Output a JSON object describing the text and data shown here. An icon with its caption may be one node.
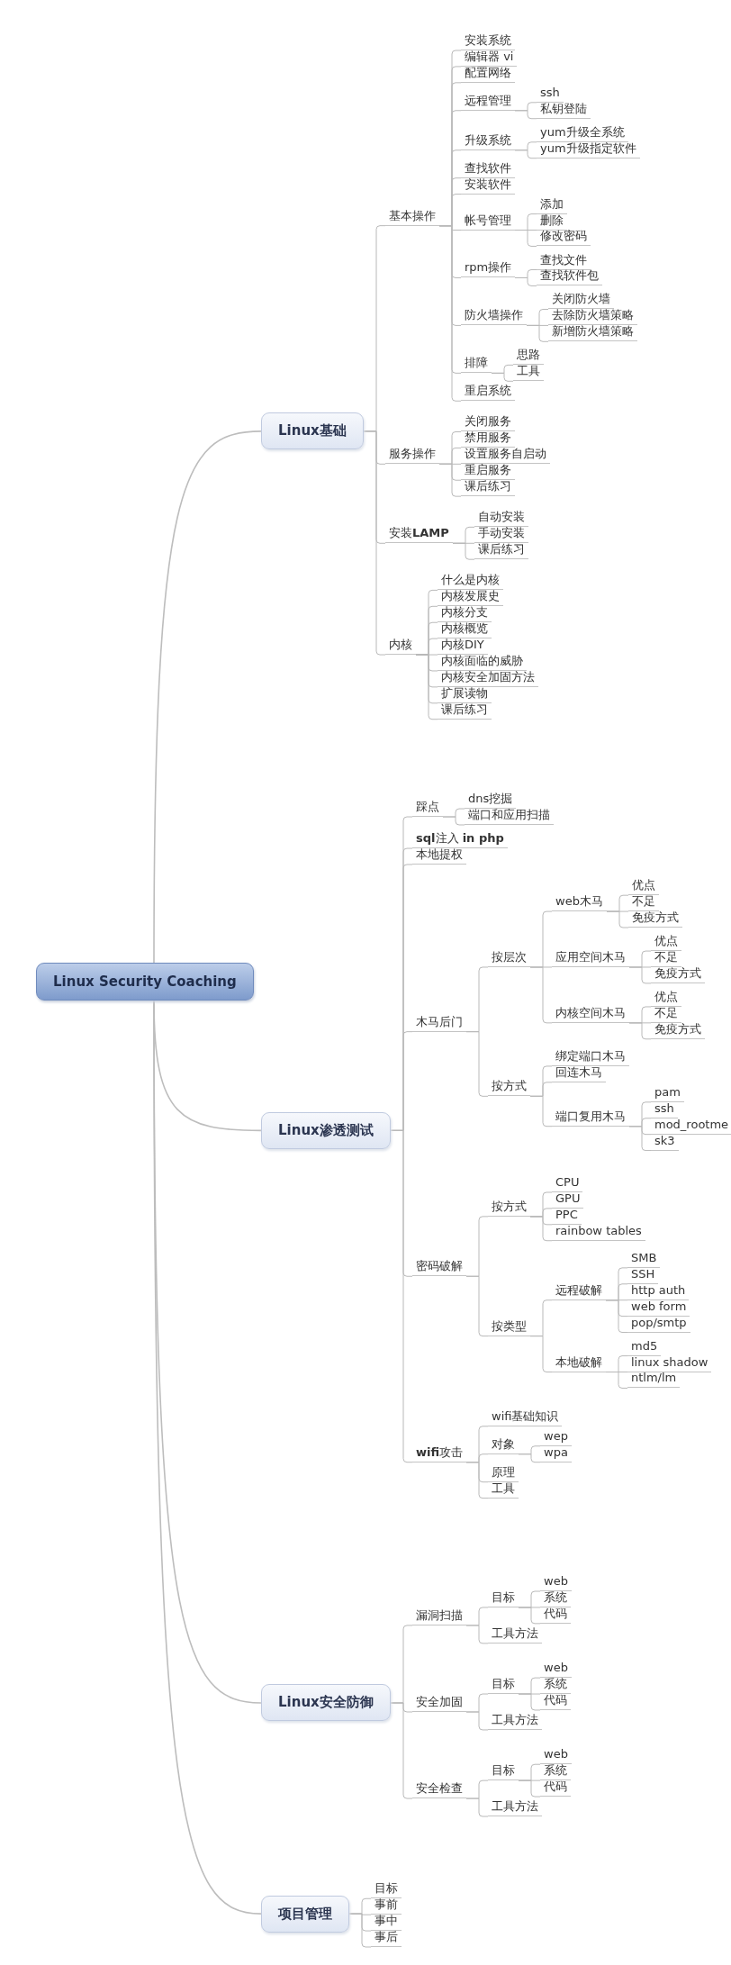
{
  "diagram": {
    "nodes": [
      {
        "text": [
          "Linux Security Coaching"
        ]
      },
      {
        "text": [
          "Linux基础"
        ]
      },
      {
        "text": [
          "基本操作"
        ]
      },
      {
        "text": [
          "安装系统"
        ]
      },
      {
        "text": [
          "编辑器 vi"
        ]
      },
      {
        "text": [
          "配置网络"
        ]
      },
      {
        "text": [
          "远程管理"
        ]
      },
      {
        "text": [
          "ssh"
        ]
      },
      {
        "text": [
          "私钥登陆"
        ]
      },
      {
        "text": [
          "升级系统"
        ]
      },
      {
        "text": [
          "yum升级全系统"
        ]
      },
      {
        "text": [
          "yum升级指定软件"
        ]
      },
      {
        "text": [
          "查找软件"
        ]
      },
      {
        "text": [
          "安装软件"
        ]
      },
      {
        "text": [
          "帐号管理"
        ]
      },
      {
        "text": [
          "添加"
        ]
      },
      {
        "text": [
          "删除"
        ]
      },
      {
        "text": [
          "修改密码"
        ]
      },
      {
        "text": [
          "rpm操作"
        ]
      },
      {
        "text": [
          "查找文件"
        ]
      },
      {
        "text": [
          "查找软件包"
        ]
      },
      {
        "text": [
          "防火墙操作"
        ]
      },
      {
        "text": [
          "关闭防火墙"
        ]
      },
      {
        "text": [
          "去除防火墙策略"
        ]
      },
      {
        "text": [
          "新增防火墙策略"
        ]
      },
      {
        "text": [
          "排障"
        ]
      },
      {
        "text": [
          "思路"
        ]
      },
      {
        "text": [
          "工具"
        ]
      },
      {
        "text": [
          "重启系统"
        ]
      },
      {
        "text": [
          "服务操作"
        ]
      },
      {
        "text": [
          "关闭服务"
        ]
      },
      {
        "text": [
          "禁用服务"
        ]
      },
      {
        "text": [
          "设置服务自启动"
        ]
      },
      {
        "text": [
          "重启服务"
        ]
      },
      {
        "text": [
          "课后练习"
        ]
      },
      {
        "text": [
          "安装**LAMP**"
        ]
      },
      {
        "text": [
          "自动安装"
        ]
      },
      {
        "text": [
          "手动安装"
        ]
      },
      {
        "text": [
          "课后练习"
        ]
      },
      {
        "text": [
          "内核"
        ]
      },
      {
        "text": [
          "什么是内核"
        ]
      },
      {
        "text": [
          "内核发展史"
        ]
      },
      {
        "text": [
          "内核分支"
        ]
      },
      {
        "text": [
          "内核概览"
        ]
      },
      {
        "text": [
          "内核DIY"
        ]
      },
      {
        "text": [
          "内核面临的威胁"
        ]
      },
      {
        "text": [
          "内核安全加固方法"
        ]
      },
      {
        "text": [
          "扩展读物"
        ]
      },
      {
        "text": [
          "课后练习"
        ]
      },
      {
        "text": [
          "Linux渗透测试"
        ]
      },
      {
        "text": [
          "踩点"
        ]
      },
      {
        "text": [
          "dns挖掘"
        ]
      },
      {
        "text": [
          "端口和应用扫描"
        ]
      },
      {
        "text": [
          "**sql**注入 **in php**"
        ]
      },
      {
        "text": [
          "本地提权"
        ]
      },
      {
        "text": [
          "木马后门"
        ]
      },
      {
        "text": [
          "按层次"
        ]
      },
      {
        "text": [
          "web木马"
        ]
      },
      {
        "text": [
          "优点"
        ]
      },
      {
        "text": [
          "不足"
        ]
      },
      {
        "text": [
          "免疫方式"
        ]
      },
      {
        "text": [
          "应用空间木马"
        ]
      },
      {
        "text": [
          "优点"
        ]
      },
      {
        "text": [
          "不足"
        ]
      },
      {
        "text": [
          "免疫方式"
        ]
      },
      {
        "text": [
          "内核空间木马"
        ]
      },
      {
        "text": [
          "优点"
        ]
      },
      {
        "text": [
          "不足"
        ]
      },
      {
        "text": [
          "免疫方式"
        ]
      },
      {
        "text": [
          "按方式"
        ]
      },
      {
        "text": [
          "绑定端口木马"
        ]
      },
      {
        "text": [
          "回连木马"
        ]
      },
      {
        "text": [
          "端口复用木马"
        ]
      },
      {
        "text": [
          "pam"
        ]
      },
      {
        "text": [
          "ssh"
        ]
      },
      {
        "text": [
          "mod_rootme"
        ]
      },
      {
        "text": [
          "sk3"
        ]
      },
      {
        "text": [
          "密码破解"
        ]
      },
      {
        "text": [
          "按方式"
        ]
      },
      {
        "text": [
          "CPU"
        ]
      },
      {
        "text": [
          "GPU"
        ]
      },
      {
        "text": [
          "PPC"
        ]
      },
      {
        "text": [
          "rainbow tables"
        ]
      },
      {
        "text": [
          "按类型"
        ]
      },
      {
        "text": [
          "远程破解"
        ]
      },
      {
        "text": [
          "SMB"
        ]
      },
      {
        "text": [
          "SSH"
        ]
      },
      {
        "text": [
          "http auth"
        ]
      },
      {
        "text": [
          "web form"
        ]
      },
      {
        "text": [
          "pop/smtp"
        ]
      },
      {
        "text": [
          "本地破解"
        ]
      },
      {
        "text": [
          "md5"
        ]
      },
      {
        "text": [
          "linux shadow"
        ]
      },
      {
        "text": [
          "ntlm/lm"
        ]
      },
      {
        "text": [
          "**wifi**攻击"
        ]
      },
      {
        "text": [
          "wifi基础知识"
        ]
      },
      {
        "text": [
          "对象"
        ]
      },
      {
        "text": [
          "wep"
        ]
      },
      {
        "text": [
          "wpa"
        ]
      },
      {
        "text": [
          "原理"
        ]
      },
      {
        "text": [
          "工具"
        ]
      },
      {
        "text": [
          "Linux安全防御"
        ]
      },
      {
        "text": [
          "漏洞扫描"
        ]
      },
      {
        "text": [
          "目标"
        ]
      },
      {
        "text": [
          "web"
        ]
      },
      {
        "text": [
          "系统"
        ]
      },
      {
        "text": [
          "代码"
        ]
      },
      {
        "text": [
          "工具方法"
        ]
      },
      {
        "text": [
          "安全加固"
        ]
      },
      {
        "text": [
          "目标"
        ]
      },
      {
        "text": [
          "web"
        ]
      },
      {
        "text": [
          "系统"
        ]
      },
      {
        "text": [
          "代码"
        ]
      },
      {
        "text": [
          "工具方法"
        ]
      },
      {
        "text": [
          "安全检查"
        ]
      },
      {
        "text": [
          "目标"
        ]
      },
      {
        "text": [
          "web"
        ]
      },
      {
        "text": [
          "系统"
        ]
      },
      {
        "text": [
          "代码"
        ]
      },
      {
        "text": [
          "工具方法"
        ]
      },
      {
        "text": [
          "项目管理"
        ]
      },
      {
        "text": [
          "目标"
        ]
      },
      {
        "text": [
          "事前"
        ]
      },
      {
        "text": [
          "事中"
        ]
      },
      {
        "text": [
          "事后"
        ]
      }
    ],
    "edges": [
      {
        "from": 0,
        "to": 1,
        "arrow": "none"
      },
      {
        "from": 0,
        "to": 49,
        "arrow": "none"
      },
      {
        "from": 0,
        "to": 101,
        "arrow": "none"
      },
      {
        "from": 0,
        "to": 120,
        "arrow": "none"
      },
      {
        "from": 1,
        "to": 2,
        "arrow": "none"
      },
      {
        "from": 1,
        "to": 29,
        "arrow": "none"
      },
      {
        "from": 1,
        "to": 35,
        "arrow": "none"
      },
      {
        "from": 1,
        "to": 39,
        "arrow": "none"
      },
      {
        "from": 2,
        "to": 3,
        "arrow": "none"
      },
      {
        "from": 2,
        "to": 4,
        "arrow": "none"
      },
      {
        "from": 2,
        "to": 5,
        "arrow": "none"
      },
      {
        "from": 2,
        "to": 6,
        "arrow": "none"
      },
      {
        "from": 2,
        "to": 9,
        "arrow": "none"
      },
      {
        "from": 2,
        "to": 12,
        "arrow": "none"
      },
      {
        "from": 2,
        "to": 13,
        "arrow": "none"
      },
      {
        "from": 2,
        "to": 14,
        "arrow": "none"
      },
      {
        "from": 2,
        "to": 18,
        "arrow": "none"
      },
      {
        "from": 2,
        "to": 21,
        "arrow": "none"
      },
      {
        "from": 2,
        "to": 25,
        "arrow": "none"
      },
      {
        "from": 2,
        "to": 28,
        "arrow": "none"
      },
      {
        "from": 6,
        "to": 7,
        "arrow": "none"
      },
      {
        "from": 6,
        "to": 8,
        "arrow": "none"
      },
      {
        "from": 9,
        "to": 10,
        "arrow": "none"
      },
      {
        "from": 9,
        "to": 11,
        "arrow": "none"
      },
      {
        "from": 14,
        "to": 15,
        "arrow": "none"
      },
      {
        "from": 14,
        "to": 16,
        "arrow": "none"
      },
      {
        "from": 14,
        "to": 17,
        "arrow": "none"
      },
      {
        "from": 18,
        "to": 19,
        "arrow": "none"
      },
      {
        "from": 18,
        "to": 20,
        "arrow": "none"
      },
      {
        "from": 21,
        "to": 22,
        "arrow": "none"
      },
      {
        "from": 21,
        "to": 23,
        "arrow": "none"
      },
      {
        "from": 21,
        "to": 24,
        "arrow": "none"
      },
      {
        "from": 25,
        "to": 26,
        "arrow": "none"
      },
      {
        "from": 25,
        "to": 27,
        "arrow": "none"
      },
      {
        "from": 29,
        "to": 30,
        "arrow": "none"
      },
      {
        "from": 29,
        "to": 31,
        "arrow": "none"
      },
      {
        "from": 29,
        "to": 32,
        "arrow": "none"
      },
      {
        "from": 29,
        "to": 33,
        "arrow": "none"
      },
      {
        "from": 29,
        "to": 34,
        "arrow": "none"
      },
      {
        "from": 35,
        "to": 36,
        "arrow": "none"
      },
      {
        "from": 35,
        "to": 37,
        "arrow": "none"
      },
      {
        "from": 35,
        "to": 38,
        "arrow": "none"
      },
      {
        "from": 39,
        "to": 40,
        "arrow": "none"
      },
      {
        "from": 39,
        "to": 41,
        "arrow": "none"
      },
      {
        "from": 39,
        "to": 42,
        "arrow": "none"
      },
      {
        "from": 39,
        "to": 43,
        "arrow": "none"
      },
      {
        "from": 39,
        "to": 44,
        "arrow": "none"
      },
      {
        "from": 39,
        "to": 45,
        "arrow": "none"
      },
      {
        "from": 39,
        "to": 46,
        "arrow": "none"
      },
      {
        "from": 39,
        "to": 47,
        "arrow": "none"
      },
      {
        "from": 39,
        "to": 48,
        "arrow": "none"
      },
      {
        "from": 49,
        "to": 50,
        "arrow": "none"
      },
      {
        "from": 49,
        "to": 53,
        "arrow": "none"
      },
      {
        "from": 49,
        "to": 54,
        "arrow": "none"
      },
      {
        "from": 49,
        "to": 55,
        "arrow": "none"
      },
      {
        "from": 49,
        "to": 77,
        "arrow": "none"
      },
      {
        "from": 49,
        "to": 94,
        "arrow": "none"
      },
      {
        "from": 50,
        "to": 51,
        "arrow": "none"
      },
      {
        "from": 50,
        "to": 52,
        "arrow": "none"
      },
      {
        "from": 55,
        "to": 56,
        "arrow": "none"
      },
      {
        "from": 55,
        "to": 69,
        "arrow": "none"
      },
      {
        "from": 56,
        "to": 57,
        "arrow": "none"
      },
      {
        "from": 56,
        "to": 61,
        "arrow": "none"
      },
      {
        "from": 56,
        "to": 65,
        "arrow": "none"
      },
      {
        "from": 57,
        "to": 58,
        "arrow": "none"
      },
      {
        "from": 57,
        "to": 59,
        "arrow": "none"
      },
      {
        "from": 57,
        "to": 60,
        "arrow": "none"
      },
      {
        "from": 61,
        "to": 62,
        "arrow": "none"
      },
      {
        "from": 61,
        "to": 63,
        "arrow": "none"
      },
      {
        "from": 61,
        "to": 64,
        "arrow": "none"
      },
      {
        "from": 65,
        "to": 66,
        "arrow": "none"
      },
      {
        "from": 65,
        "to": 67,
        "arrow": "none"
      },
      {
        "from": 65,
        "to": 68,
        "arrow": "none"
      },
      {
        "from": 69,
        "to": 70,
        "arrow": "none"
      },
      {
        "from": 69,
        "to": 71,
        "arrow": "none"
      },
      {
        "from": 69,
        "to": 72,
        "arrow": "none"
      },
      {
        "from": 72,
        "to": 73,
        "arrow": "none"
      },
      {
        "from": 72,
        "to": 74,
        "arrow": "none"
      },
      {
        "from": 72,
        "to": 75,
        "arrow": "none"
      },
      {
        "from": 72,
        "to": 76,
        "arrow": "none"
      },
      {
        "from": 77,
        "to": 78,
        "arrow": "none"
      },
      {
        "from": 77,
        "to": 83,
        "arrow": "none"
      },
      {
        "from": 78,
        "to": 79,
        "arrow": "none"
      },
      {
        "from": 78,
        "to": 80,
        "arrow": "none"
      },
      {
        "from": 78,
        "to": 81,
        "arrow": "none"
      },
      {
        "from": 78,
        "to": 82,
        "arrow": "none"
      },
      {
        "from": 83,
        "to": 84,
        "arrow": "none"
      },
      {
        "from": 83,
        "to": 90,
        "arrow": "none"
      },
      {
        "from": 84,
        "to": 85,
        "arrow": "none"
      },
      {
        "from": 84,
        "to": 86,
        "arrow": "none"
      },
      {
        "from": 84,
        "to": 87,
        "arrow": "none"
      },
      {
        "from": 84,
        "to": 88,
        "arrow": "none"
      },
      {
        "from": 84,
        "to": 89,
        "arrow": "none"
      },
      {
        "from": 90,
        "to": 91,
        "arrow": "none"
      },
      {
        "from": 90,
        "to": 92,
        "arrow": "none"
      },
      {
        "from": 90,
        "to": 93,
        "arrow": "none"
      },
      {
        "from": 94,
        "to": 95,
        "arrow": "none"
      },
      {
        "from": 94,
        "to": 96,
        "arrow": "none"
      },
      {
        "from": 94,
        "to": 99,
        "arrow": "none"
      },
      {
        "from": 94,
        "to": 100,
        "arrow": "none"
      },
      {
        "from": 96,
        "to": 97,
        "arrow": "none"
      },
      {
        "from": 96,
        "to": 98,
        "arrow": "none"
      },
      {
        "from": 101,
        "to": 102,
        "arrow": "none"
      },
      {
        "from": 101,
        "to": 108,
        "arrow": "none"
      },
      {
        "from": 101,
        "to": 114,
        "arrow": "none"
      },
      {
        "from": 102,
        "to": 103,
        "arrow": "none"
      },
      {
        "from": 102,
        "to": 107,
        "arrow": "none"
      },
      {
        "from": 103,
        "to": 104,
        "arrow": "none"
      },
      {
        "from": 103,
        "to": 105,
        "arrow": "none"
      },
      {
        "from": 103,
        "to": 106,
        "arrow": "none"
      },
      {
        "from": 108,
        "to": 109,
        "arrow": "none"
      },
      {
        "from": 108,
        "to": 113,
        "arrow": "none"
      },
      {
        "from": 109,
        "to": 110,
        "arrow": "none"
      },
      {
        "from": 109,
        "to": 111,
        "arrow": "none"
      },
      {
        "from": 109,
        "to": 112,
        "arrow": "none"
      },
      {
        "from": 114,
        "to": 115,
        "arrow": "none"
      },
      {
        "from": 114,
        "to": 119,
        "arrow": "none"
      },
      {
        "from": 115,
        "to": 116,
        "arrow": "none"
      },
      {
        "from": 115,
        "to": 117,
        "arrow": "none"
      },
      {
        "from": 115,
        "to": 118,
        "arrow": "none"
      },
      {
        "from": 120,
        "to": 121,
        "arrow": "none"
      },
      {
        "from": 120,
        "to": 122,
        "arrow": "none"
      },
      {
        "from": 120,
        "to": 123,
        "arrow": "none"
      },
      {
        "from": 120,
        "to": 124,
        "arrow": "none"
      }
    ]
  }
}
